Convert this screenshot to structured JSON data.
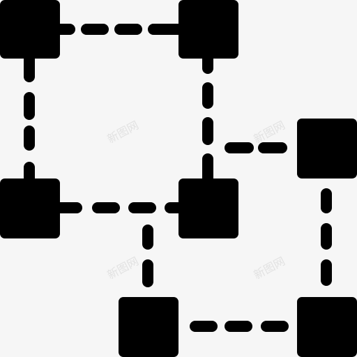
{
  "icon": {
    "name": "network-nodes-icon",
    "fill_color": "#000000",
    "background_color": "#f6f6f6",
    "watermark_color": "#e0e0e0"
  },
  "watermarks": [
    {
      "text": "新图网"
    },
    {
      "text": "新图网"
    },
    {
      "text": "新图网"
    },
    {
      "text": "新图网"
    }
  ]
}
